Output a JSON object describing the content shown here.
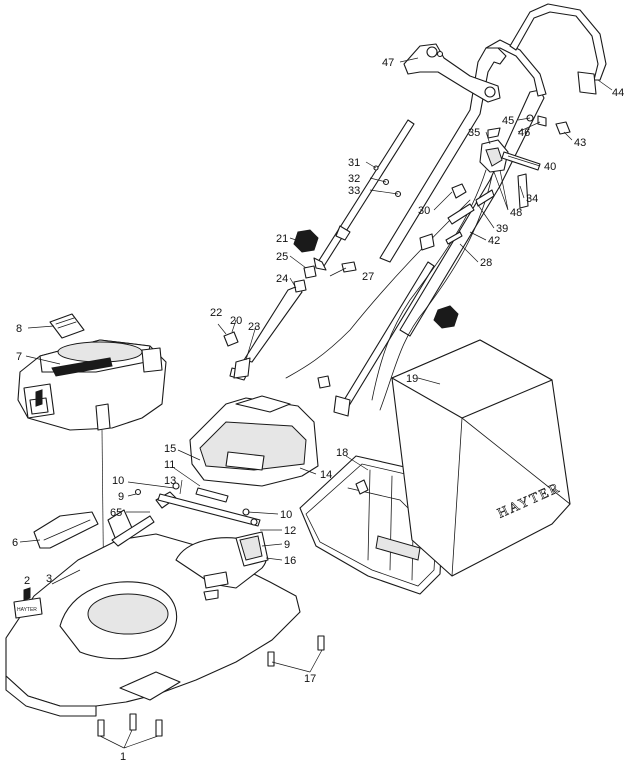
{
  "diagram": {
    "brand_text": "HAYTER",
    "callouts": [
      "1",
      "2",
      "3",
      "6",
      "7",
      "8",
      "9",
      "9",
      "10",
      "10",
      "11",
      "12",
      "13",
      "14",
      "15",
      "16",
      "17",
      "18",
      "19",
      "20",
      "21",
      "22",
      "23",
      "24",
      "25",
      "27",
      "28",
      "30",
      "31",
      "32",
      "33",
      "34",
      "35",
      "39",
      "40",
      "42",
      "43",
      "44",
      "45",
      "46",
      "47",
      "48",
      "65"
    ]
  }
}
